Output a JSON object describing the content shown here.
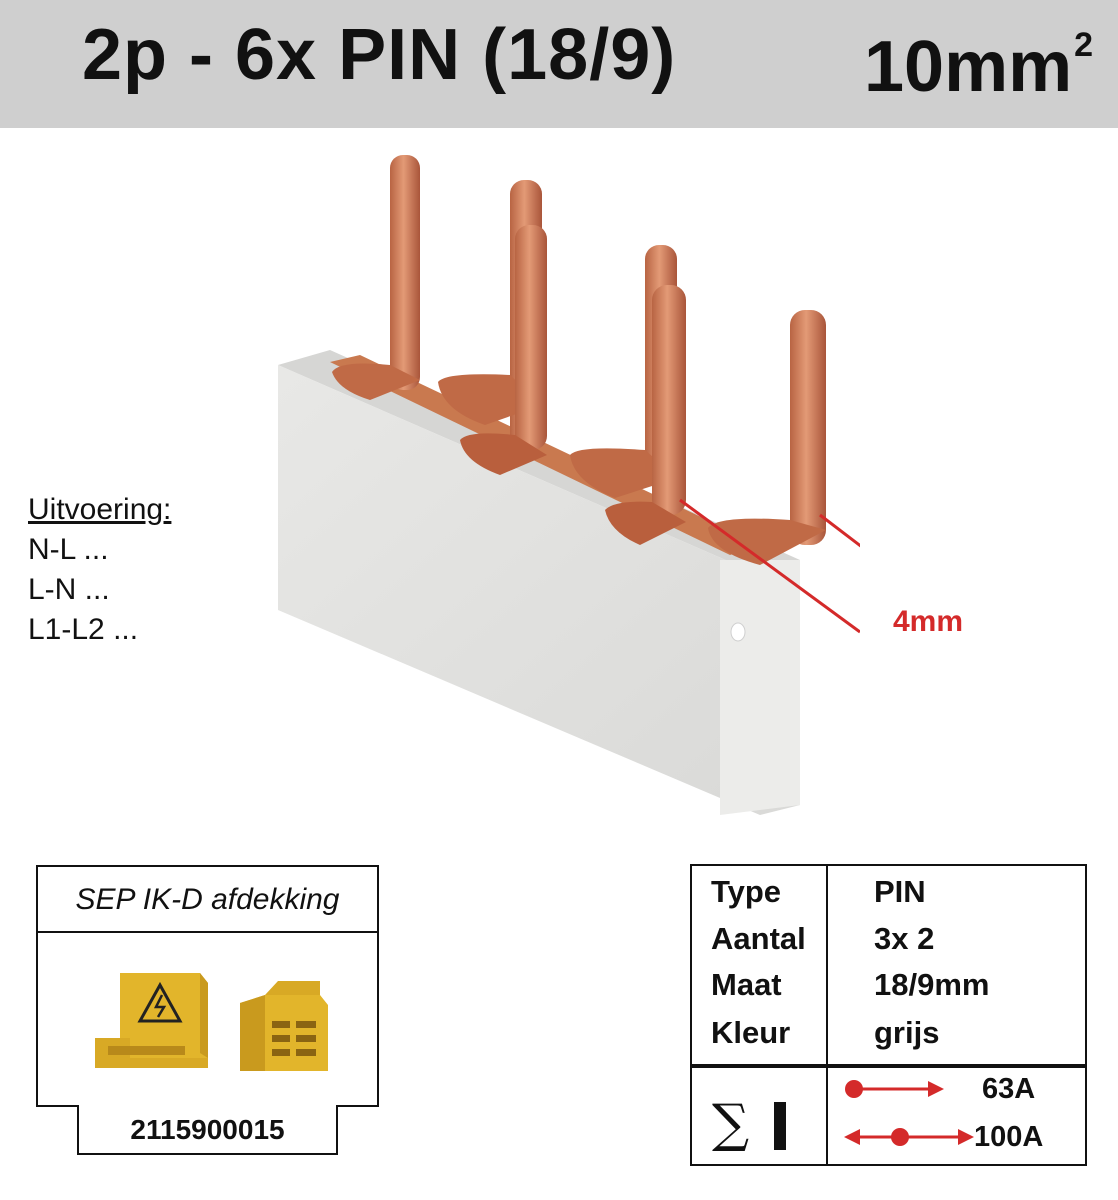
{
  "header": {
    "title": "2p - 6x PIN (18/9)",
    "size": "10mm",
    "size_exponent": "2"
  },
  "dimension_label": "4mm",
  "variants": {
    "heading": "Uitvoering:",
    "items": [
      "N-L ...",
      "L-N ...",
      "L1-L2 ..."
    ]
  },
  "cover": {
    "title": "SEP IK-D afdekking",
    "article_number": "2115900015"
  },
  "specs": {
    "rows": [
      {
        "label": "Type",
        "value": "PIN"
      },
      {
        "label": "Aantal",
        "value": "3x 2"
      },
      {
        "label": "Maat",
        "value": "18/9mm"
      },
      {
        "label": "Kleur",
        "value": "grijs"
      }
    ],
    "current_symbol": "∑",
    "ratings": [
      {
        "value": "63A",
        "icon": "single-feed-arrow-icon"
      },
      {
        "value": "100A",
        "icon": "center-feed-double-arrow-icon"
      }
    ]
  },
  "colors": {
    "header_bg": "#cfcfcf",
    "accent_red": "#d42a2a",
    "copper": "#c7744f",
    "busbar_grey": "#e4e4e2",
    "cover_yellow": "#e2b52b"
  }
}
